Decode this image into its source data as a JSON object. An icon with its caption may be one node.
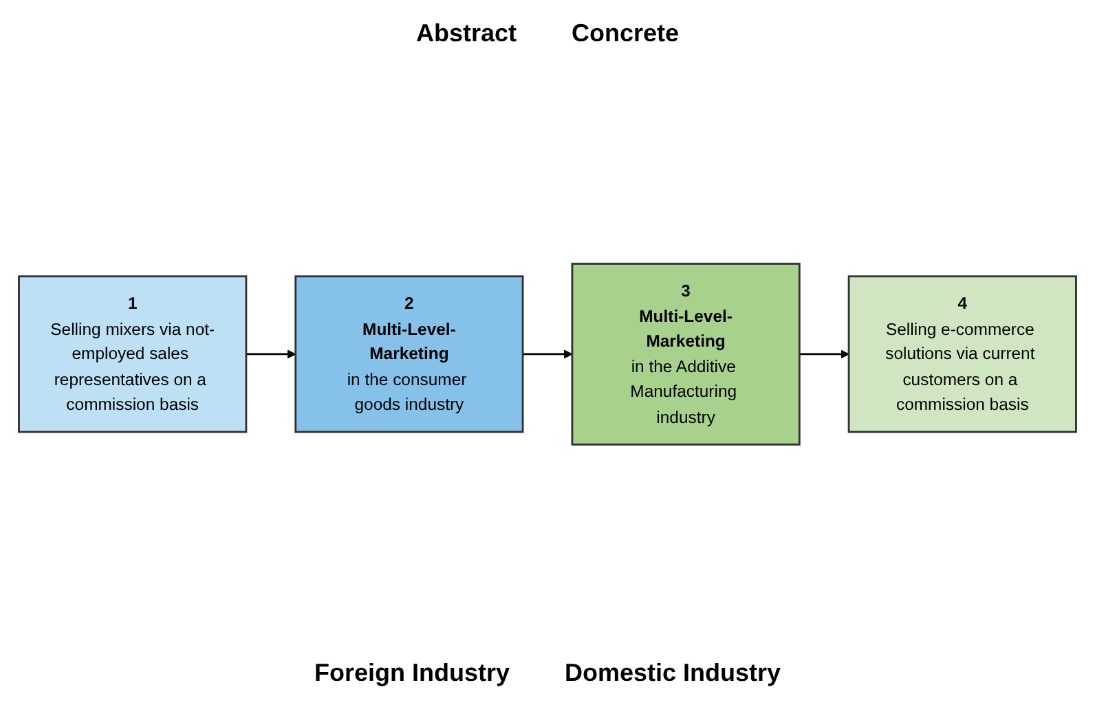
{
  "diagram": {
    "nodes": [
      {
        "text": [
          "2",
          "Multi-Level-Marketing",
          "in the consumer goods industry"
        ]
      },
      {
        "text": [
          "3",
          "Multi-Level-Marketing",
          "in the Additive Manufacturing industry"
        ]
      },
      {
        "text": [
          "1",
          "Selling mixers via not-employed sales representatives on a commission basis"
        ]
      },
      {
        "text": [
          "4",
          "Selling e-commerce solutions via current customers on a commission basis"
        ]
      }
    ],
    "edges": [
      {
        "from": 2,
        "to": 0,
        "arrow": "to"
      },
      {
        "from": 0,
        "to": 1,
        "arrow": "to"
      },
      {
        "from": 1,
        "to": 3,
        "arrow": "to"
      }
    ],
    "labels": [
      "Abstract",
      "Concrete",
      "Foreign Industry",
      "Domestic Industry"
    ]
  }
}
